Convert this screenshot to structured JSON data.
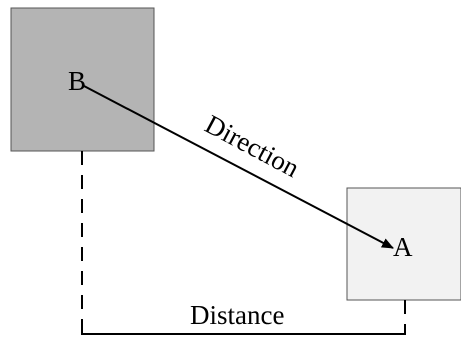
{
  "labels": {
    "box_b": "B",
    "box_a": "A",
    "direction": "Direction",
    "distance": "Distance"
  },
  "colors": {
    "box_b_fill": "#b4b4b4",
    "box_a_fill": "#f2f2f2",
    "stroke": "#555555",
    "ink": "#000000"
  }
}
